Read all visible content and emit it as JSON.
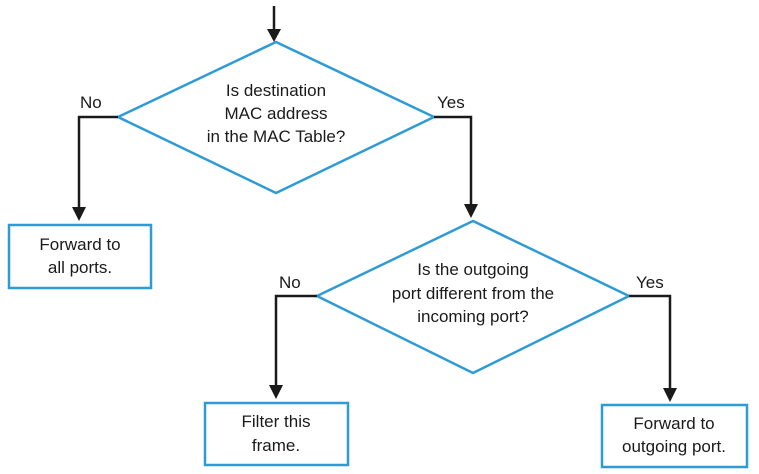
{
  "colors": {
    "shape_border": "#2e9bd6",
    "connector": "#1a1a1a",
    "text": "#1a1a1a"
  },
  "decision1": {
    "lines": [
      "Is destination",
      "MAC address",
      "in the MAC Table?"
    ],
    "no_label": "No",
    "yes_label": "Yes"
  },
  "box_all_ports": {
    "lines": [
      "Forward to",
      "all ports."
    ]
  },
  "decision2": {
    "lines": [
      "Is the outgoing",
      "port different from the",
      "incoming port?"
    ],
    "no_label": "No",
    "yes_label": "Yes"
  },
  "box_filter": {
    "lines": [
      "Filter this",
      "frame."
    ]
  },
  "box_outgoing": {
    "lines": [
      "Forward to",
      "outgoing port."
    ]
  }
}
